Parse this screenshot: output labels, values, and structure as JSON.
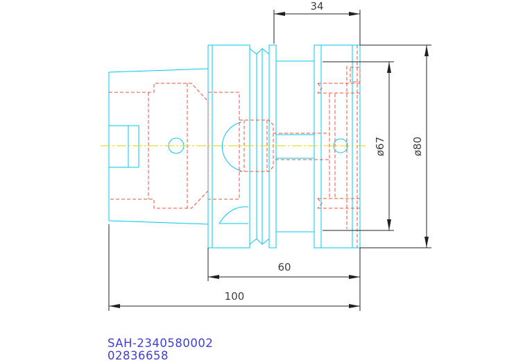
{
  "colors": {
    "outline": "#00c8f0",
    "hidden": "#e8503a",
    "dimension": "#202020",
    "centerline": "#e6d200",
    "caption": "#3f3fd8"
  },
  "dimensions": {
    "top_length": "34",
    "diameter_inner": "ø67",
    "diameter_outer": "ø80",
    "length_60": "60",
    "length_100": "100"
  },
  "caption": {
    "part_number": "SAH-2340580002",
    "code": "02836658"
  }
}
